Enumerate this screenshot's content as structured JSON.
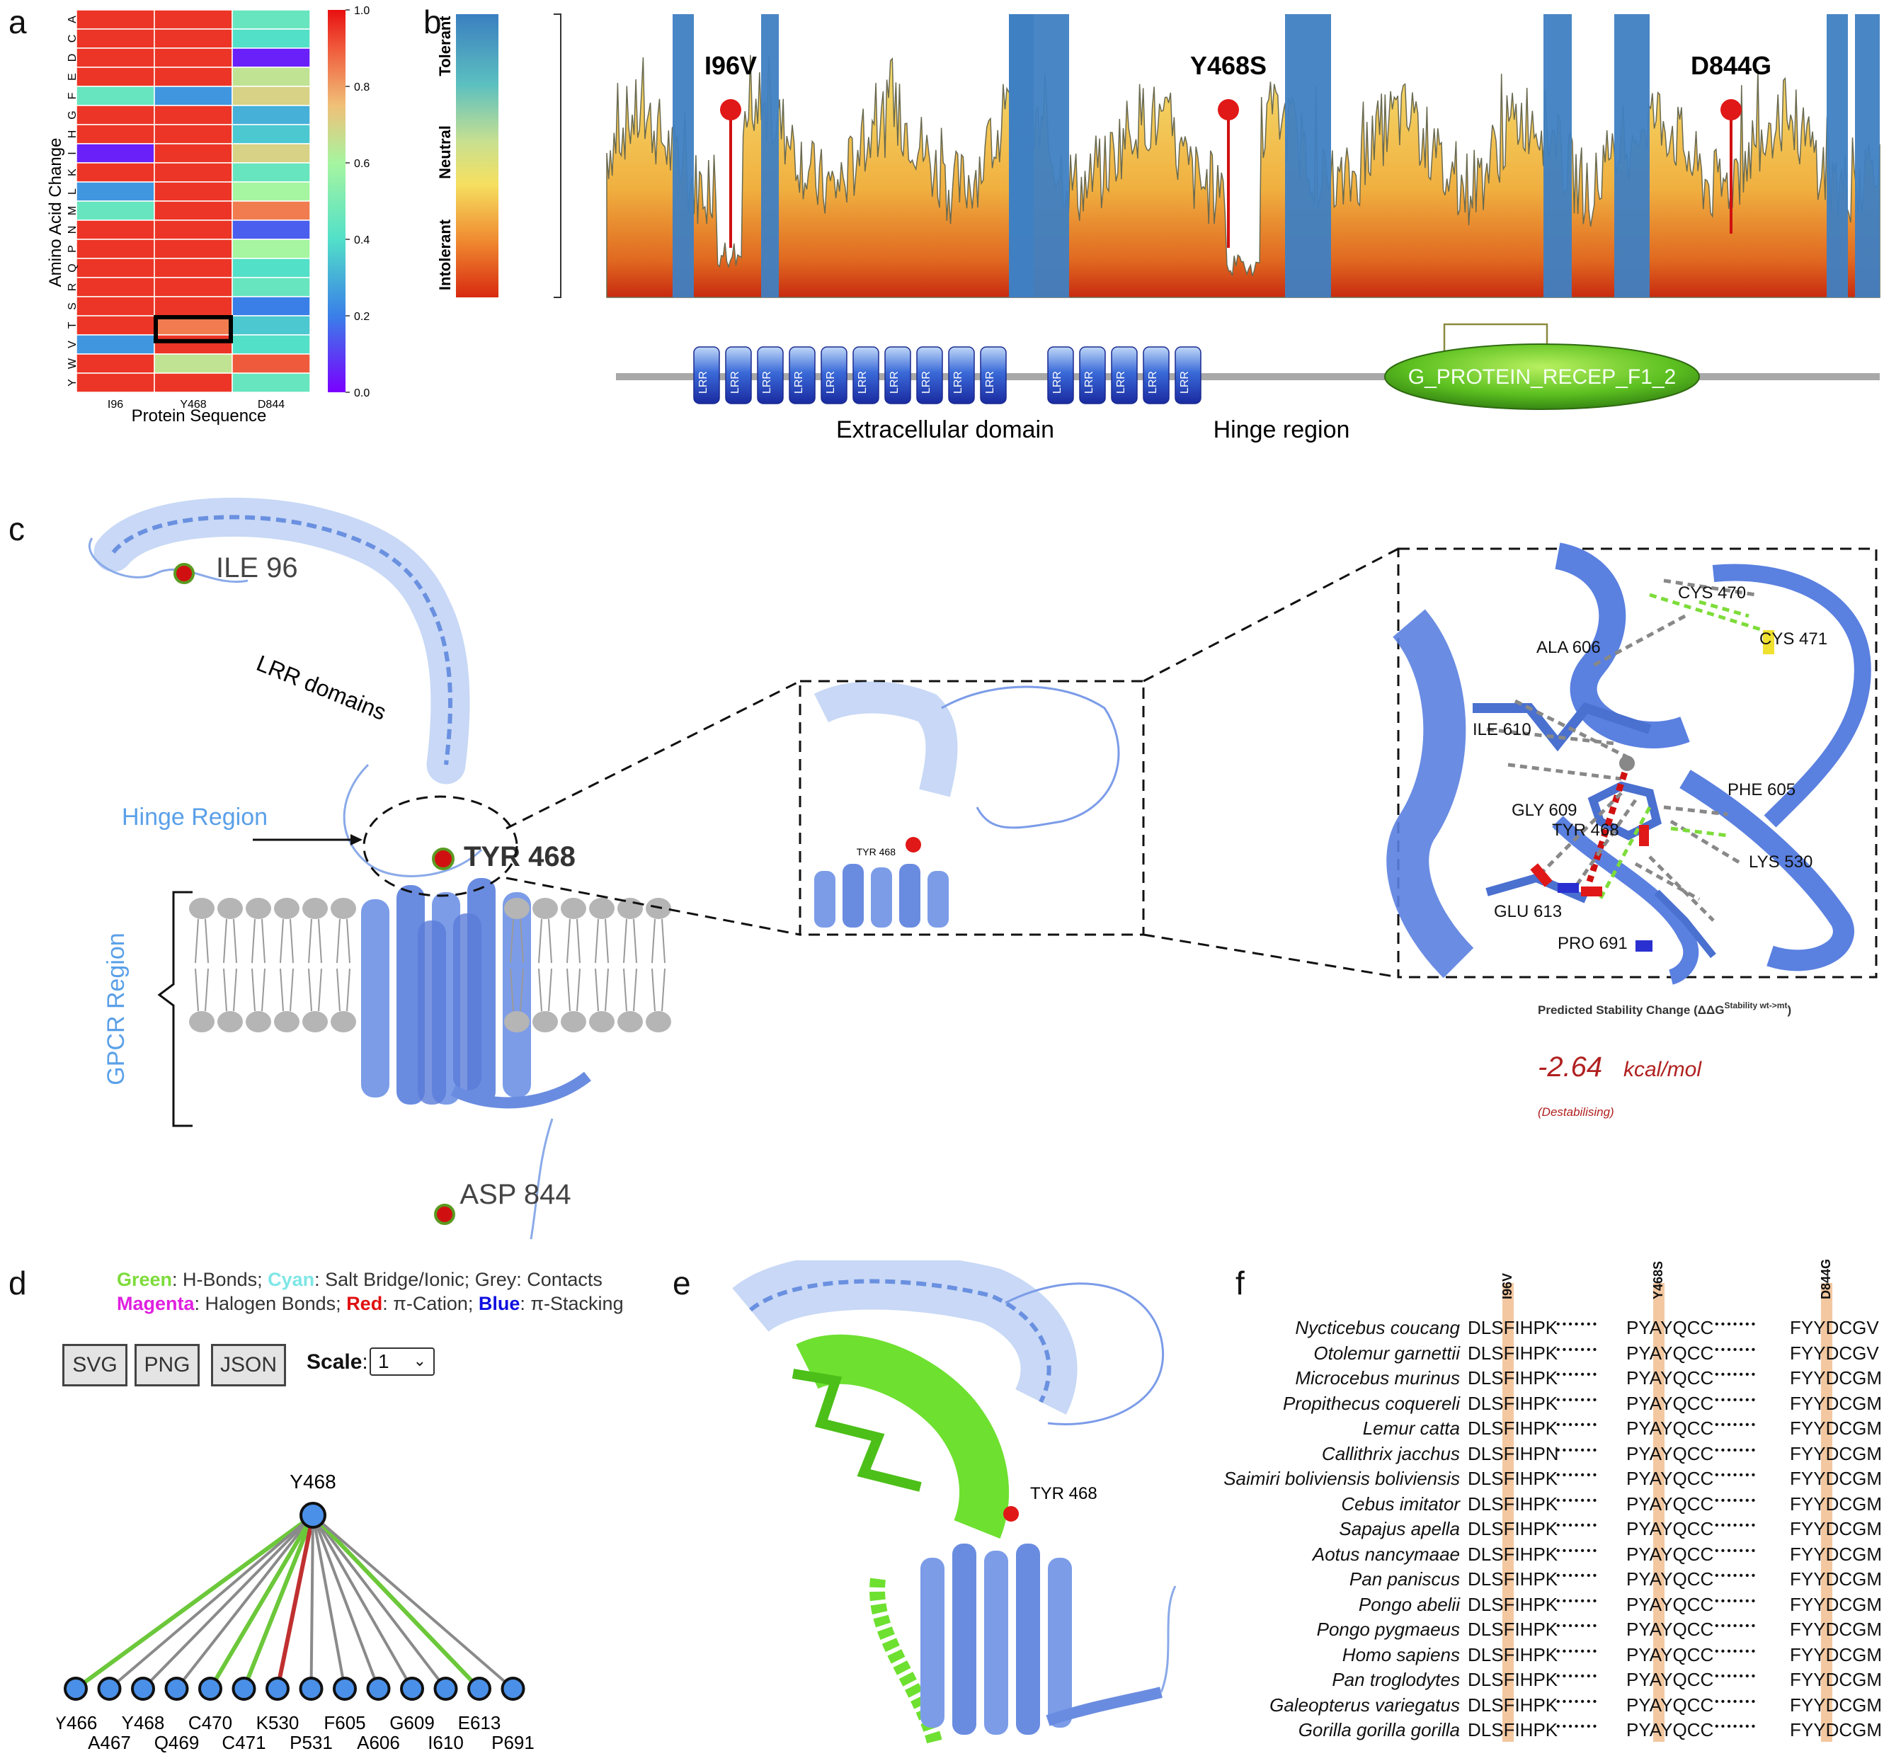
{
  "panels": {
    "a": "a",
    "b": "b",
    "c": "c",
    "d": "d",
    "e": "e",
    "f": "f"
  },
  "panel_a": {
    "ylabel": "Amino Acid Change",
    "xlabel": "Protein Sequence",
    "columns": [
      "I96",
      "Y468",
      "D844"
    ],
    "rows": [
      "A",
      "C",
      "D",
      "E",
      "F",
      "G",
      "H",
      "I",
      "K",
      "L",
      "M",
      "N",
      "P",
      "Q",
      "R",
      "S",
      "T",
      "V",
      "W",
      "Y"
    ],
    "colorbar_ticks": [
      "1.0",
      "0.8",
      "0.6",
      "0.4",
      "0.2",
      "0.0"
    ],
    "chart_data": {
      "type": "heatmap",
      "x": [
        "I96",
        "Y468",
        "D844"
      ],
      "y": [
        "A",
        "C",
        "D",
        "E",
        "F",
        "G",
        "H",
        "I",
        "K",
        "L",
        "M",
        "N",
        "P",
        "Q",
        "R",
        "S",
        "T",
        "V",
        "W",
        "Y"
      ],
      "values": [
        [
          0.95,
          0.95,
          0.45
        ],
        [
          0.95,
          0.95,
          0.4
        ],
        [
          0.95,
          0.95,
          0.05
        ],
        [
          0.95,
          0.95,
          0.65
        ],
        [
          0.45,
          0.25,
          0.7
        ],
        [
          0.95,
          0.95,
          0.3
        ],
        [
          0.95,
          0.95,
          0.35
        ],
        [
          0.05,
          0.95,
          0.7
        ],
        [
          0.95,
          0.95,
          0.45
        ],
        [
          0.25,
          0.95,
          0.6
        ],
        [
          0.45,
          0.95,
          0.85
        ],
        [
          0.95,
          0.95,
          0.15
        ],
        [
          0.95,
          0.95,
          0.6
        ],
        [
          0.95,
          0.95,
          0.4
        ],
        [
          0.95,
          0.95,
          0.45
        ],
        [
          0.95,
          0.95,
          0.2
        ],
        [
          0.95,
          0.85,
          0.35
        ],
        [
          0.25,
          0.95,
          0.4
        ],
        [
          0.95,
          0.65,
          0.9
        ],
        [
          0.95,
          0.95,
          0.45
        ]
      ],
      "zlim": [
        0,
        1
      ],
      "highlight": {
        "row": "T",
        "col": "Y468"
      }
    }
  },
  "panel_b": {
    "scale_labels": [
      "Tolerant",
      "Neutral",
      "Intolerant"
    ],
    "mutations": [
      "I96V",
      "Y468S",
      "D844G"
    ],
    "domain_label": "G_PROTEIN_RECEP_F1_2",
    "repeat_label": "LRR",
    "regions": [
      "Extracellular domain",
      "Hinge region"
    ]
  },
  "panel_c": {
    "residues": [
      "ILE 96",
      "TYR 468",
      "ASP 844"
    ],
    "annotations": [
      "LRR domains",
      "Hinge Region",
      "GPCR Region"
    ],
    "inset_label": "TYR 468",
    "zoom_labels": [
      "CYS 470",
      "CYS 471",
      "ALA 606",
      "ILE 610",
      "PHE 605",
      "GLY 609",
      "TYR 468",
      "LYS 530",
      "GLU 613",
      "PRO 691"
    ],
    "stability_title": "Predicted Stability Change (ΔΔG",
    "stability_sup": "Stability wt->mt",
    "stability_value": "-2.64",
    "stability_unit": "kcal/mol",
    "stability_note": "(Destabilising)"
  },
  "panel_d": {
    "legend1": [
      {
        "t": "Green",
        "c": "#7ddc3a"
      },
      {
        "t": ": H-Bonds; ",
        "c": "#333"
      },
      {
        "t": "Cyan",
        "c": "#7fe6e6"
      },
      {
        "t": ": Salt Bridge/Ionic; ",
        "c": "#333"
      },
      {
        "t": "Grey",
        "c": "#333"
      },
      {
        "t": ": Contacts",
        "c": "#333"
      }
    ],
    "legend2": [
      {
        "t": "Magenta",
        "c": "#e020e0"
      },
      {
        "t": ": Halogen Bonds; ",
        "c": "#333"
      },
      {
        "t": "Red",
        "c": "#e01010"
      },
      {
        "t": ": π-Cation; ",
        "c": "#333"
      },
      {
        "t": "Blue",
        "c": "#1010e0"
      },
      {
        "t": ": π-Stacking",
        "c": "#333"
      }
    ],
    "buttons": [
      "SVG",
      "PNG",
      "JSON"
    ],
    "scale_label": "Scale",
    "scale_value": "1",
    "center": "Y468",
    "nodes": [
      {
        "name": "Y466",
        "edge": "green"
      },
      {
        "name": "A467",
        "edge": "grey"
      },
      {
        "name": "Y468",
        "edge": "grey"
      },
      {
        "name": "Q469",
        "edge": "grey"
      },
      {
        "name": "C470",
        "edge": "green"
      },
      {
        "name": "C471",
        "edge": "green"
      },
      {
        "name": "K530",
        "edge": "red"
      },
      {
        "name": "P531",
        "edge": "grey"
      },
      {
        "name": "F605",
        "edge": "grey"
      },
      {
        "name": "A606",
        "edge": "grey"
      },
      {
        "name": "G609",
        "edge": "grey"
      },
      {
        "name": "I610",
        "edge": "grey"
      },
      {
        "name": "E613",
        "edge": "green"
      },
      {
        "name": "P691",
        "edge": "grey"
      }
    ]
  },
  "panel_e": {
    "label": "TYR 468"
  },
  "panel_f": {
    "mutation_headers": [
      "I96V",
      "Y468S",
      "D844G"
    ],
    "rows": [
      {
        "species": "Nycticebus coucang",
        "s1": "DLSFIHPK",
        "s2": "PYAYQCC",
        "s3": "FYYDCGV"
      },
      {
        "species": "Otolemur garnettii",
        "s1": "DLSFIHPK",
        "s2": "PYAYQCC",
        "s3": "FYYDCGV"
      },
      {
        "species": "Microcebus murinus",
        "s1": "DLSFIHPK",
        "s2": "PYAYQCC",
        "s3": "FYYDCGM"
      },
      {
        "species": "Propithecus coquereli",
        "s1": "DLSFIHPK",
        "s2": "PYAYQCC",
        "s3": "FYYDCGM"
      },
      {
        "species": "Lemur catta",
        "s1": "DLSFIHPK",
        "s2": "PYAYQCC",
        "s3": "FYYDCGM"
      },
      {
        "species": "Callithrix jacchus",
        "s1": "DLSFIHPN",
        "s2": "PYAYQCC",
        "s3": "FYYDCGM"
      },
      {
        "species": "Saimiri boliviensis boliviensis",
        "s1": "DLSFIHPK",
        "s2": "PYAYQCC",
        "s3": "FYYDCGM"
      },
      {
        "species": "Cebus imitator",
        "s1": "DLSFIHPK",
        "s2": "PYAYQCC",
        "s3": "FYYDCGM"
      },
      {
        "species": "Sapajus apella",
        "s1": "DLSFIHPK",
        "s2": "PYAYQCC",
        "s3": "FYYDCGM"
      },
      {
        "species": "Aotus nancymaae",
        "s1": "DLSFIHPK",
        "s2": "PYAYQCC",
        "s3": "FYYDCGM"
      },
      {
        "species": "Pan paniscus",
        "s1": "DLSFIHPK",
        "s2": "PYAYQCC",
        "s3": "FYYDCGM"
      },
      {
        "species": "Pongo abelii",
        "s1": "DLSFIHPK",
        "s2": "PYAYQCC",
        "s3": "FYYDCGM"
      },
      {
        "species": "Pongo pygmaeus",
        "s1": "DLSFIHPK",
        "s2": "PYAYQCC",
        "s3": "FYYDCGM"
      },
      {
        "species": "Homo sapiens",
        "s1": "DLSFIHPK",
        "s2": "PYAYQCC",
        "s3": "FYYDCGM"
      },
      {
        "species": "Pan troglodytes",
        "s1": "DLSFIHPK",
        "s2": "PYAYQCC",
        "s3": "FYYDCGM"
      },
      {
        "species": "Galeopterus variegatus",
        "s1": "DLSFIHPK",
        "s2": "PYAYQCC",
        "s3": "FYYDCGM"
      },
      {
        "species": "Gorilla gorilla gorilla",
        "s1": "DLSFIHPK",
        "s2": "PYAYQCC",
        "s3": "FYYDCGM"
      }
    ],
    "dots": "•••••••"
  }
}
